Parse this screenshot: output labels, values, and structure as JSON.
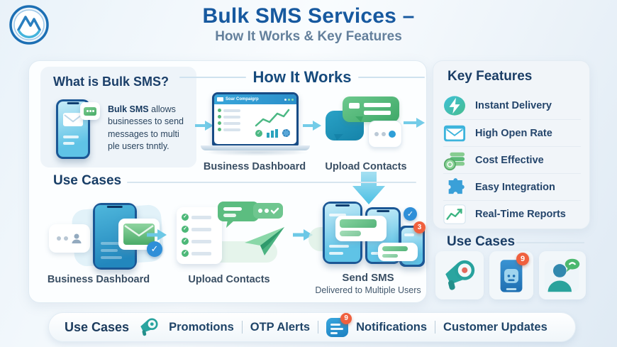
{
  "header": {
    "title": "Bulk SMS Services –",
    "subtitle": "How It Works & Key Features"
  },
  "what_is": {
    "heading": "What is Bulk SMS?",
    "body_bold": "Bulk SMS",
    "body_rest": " allows businesses to send messages to multi ple users tnntly."
  },
  "how_it_works": {
    "heading": "How It Works",
    "dashboard_screen_title": "Soar Compaigrp",
    "step1_label": "Business Dashboard",
    "step2_label": "Upload Contacts"
  },
  "use_cases_flow": {
    "heading": "Use Cases",
    "step1_label": "Business Dashboard",
    "step2_label": "Upload Contacts",
    "step3_label": "Send SMS",
    "step3_sublabel": "Delivered to Multiple Users",
    "step3_badge": "3"
  },
  "key_features": {
    "heading": "Key Features",
    "items": [
      {
        "icon": "lightning-icon",
        "label": "Instant Delivery"
      },
      {
        "icon": "envelope-icon",
        "label": "High Open Rate"
      },
      {
        "icon": "coins-icon",
        "label": "Cost Effective"
      },
      {
        "icon": "puzzle-icon",
        "label": "Easy Integration"
      },
      {
        "icon": "line-chart-icon",
        "label": "Real-Time Reports"
      }
    ]
  },
  "use_cases_panel": {
    "heading": "Use Cases",
    "icons": [
      {
        "icon": "megaphone-icon"
      },
      {
        "icon": "tablet-notification-icon",
        "badge": "9"
      },
      {
        "icon": "support-person-icon"
      }
    ]
  },
  "footer": {
    "heading": "Use Cases",
    "items": [
      {
        "label": "Promotions"
      },
      {
        "label": "OTP Alerts"
      },
      {
        "label": "Notifications",
        "badge": "9"
      },
      {
        "label": "Customer Updates"
      }
    ]
  },
  "colors": {
    "title_blue": "#17599f",
    "subtitle_gray": "#64809c",
    "heading_navy": "#173d66",
    "label_dark": "#3a4f64",
    "arrow_cyan": "#6cc8e6",
    "green": "#55b97e",
    "teal": "#27a29d",
    "badge_red": "#f0603e",
    "phone_navy": "#1b5795",
    "screen_cyan": "#8fd8ee"
  }
}
